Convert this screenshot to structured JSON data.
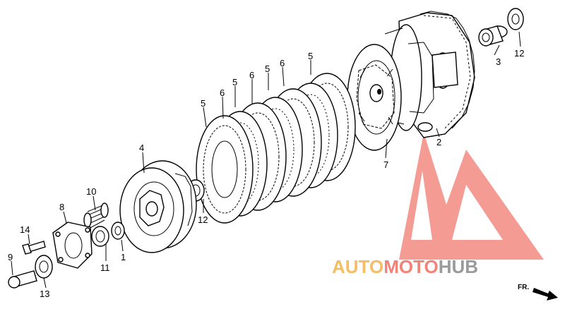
{
  "callouts": {
    "c1": "1",
    "c2": "2",
    "c3": "3",
    "c4": "4",
    "c5a": "5",
    "c5b": "5",
    "c5c": "5",
    "c5d": "5",
    "c6a": "6",
    "c6b": "6",
    "c6c": "6",
    "c7": "7",
    "c8": "8",
    "c9": "9",
    "c10": "10",
    "c11": "11",
    "c12a": "12",
    "c12b": "12",
    "c13": "13",
    "c14": "14"
  },
  "watermark": {
    "part1": "AUTO",
    "part2": "MOTO",
    "part3": "HUB",
    "color_orange": "#f4b24a",
    "color_red": "#f06e62",
    "color_gray": "#8a8a8a",
    "logo_color": "#f07a70"
  },
  "direction": {
    "label": "FR."
  }
}
